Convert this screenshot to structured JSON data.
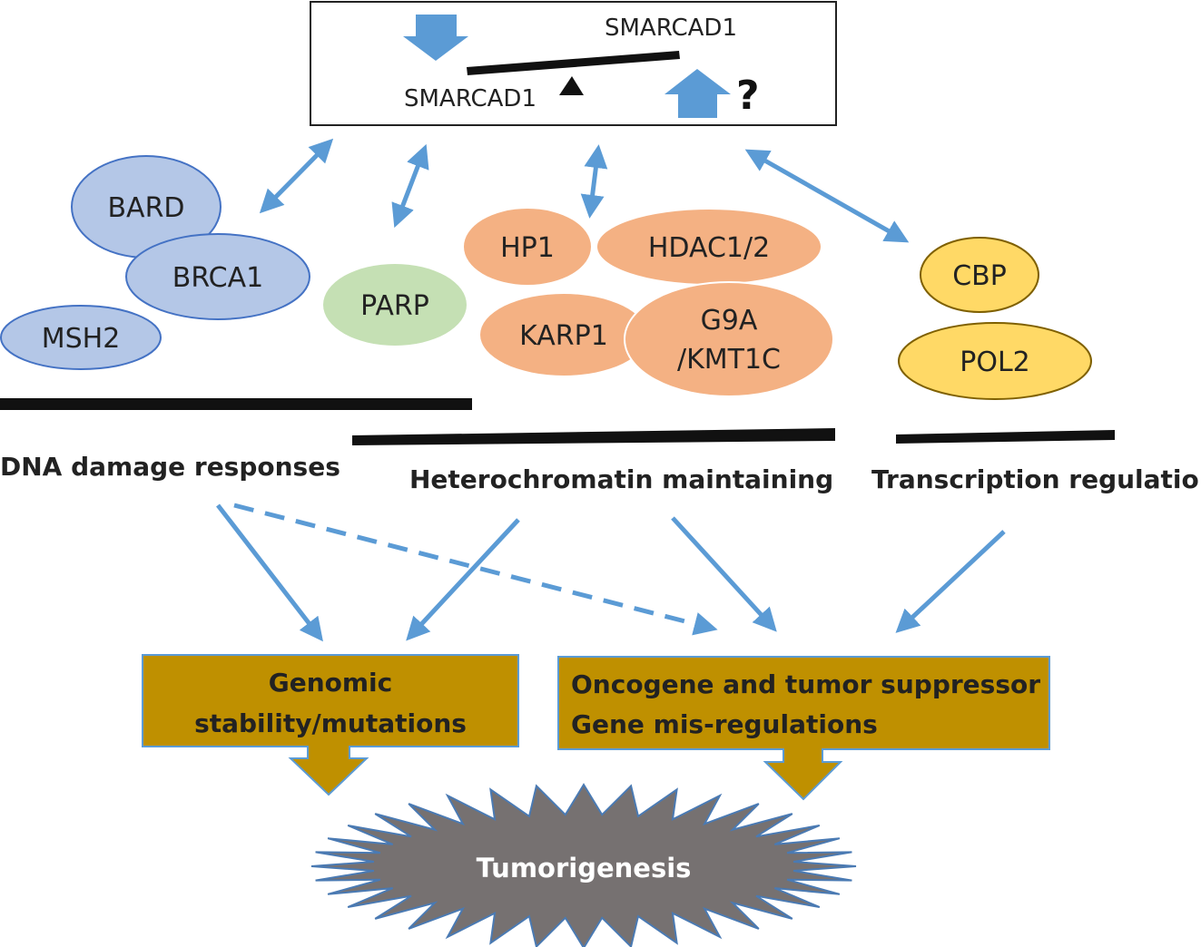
{
  "colors": {
    "arrow_blue": "#5b9bd5",
    "dna_damage_protein": "#b4c7e7",
    "dna_damage_protein_stroke": "#4472c4",
    "parp": "#c5e0b4",
    "heterochromatin_protein": "#f4b183",
    "transcription_protein": "#ffd966",
    "transcription_protein_stroke": "#7f6000",
    "outcome_box": "#bf9000",
    "tumor_star": "#767171",
    "star_stroke": "#4a7ab3"
  },
  "balance_box": {
    "label_high": "SMARCAD1",
    "label_low": "SMARCAD1",
    "question_mark": "?",
    "down_arrow_icon": "down-arrow-icon",
    "up_arrow_icon": "up-arrow-icon",
    "fulcrum_icon": "triangle-fulcrum-icon"
  },
  "proteins": {
    "bard": "BARD",
    "brca1": "BRCA1",
    "msh2": "MSH2",
    "parp": "PARP",
    "hp1": "HP1",
    "hdac": "HDAC1/2",
    "karp1": "KARP1",
    "g9a_line1": "G9A",
    "g9a_line2": "/KMT1C",
    "cbp": "CBP",
    "pol2": "POL2"
  },
  "sections": {
    "dna_damage": "DNA damage responses",
    "heterochromatin": "Heterochromatin maintaining",
    "transcription": "Transcription regulation"
  },
  "outcomes": {
    "genomic_line1": "Genomic",
    "genomic_line2": "stability/mutations",
    "oncogene_line1": "Oncogene and tumor suppressor",
    "oncogene_line2": "Gene mis-regulations"
  },
  "final": {
    "label": "Tumorigenesis"
  }
}
